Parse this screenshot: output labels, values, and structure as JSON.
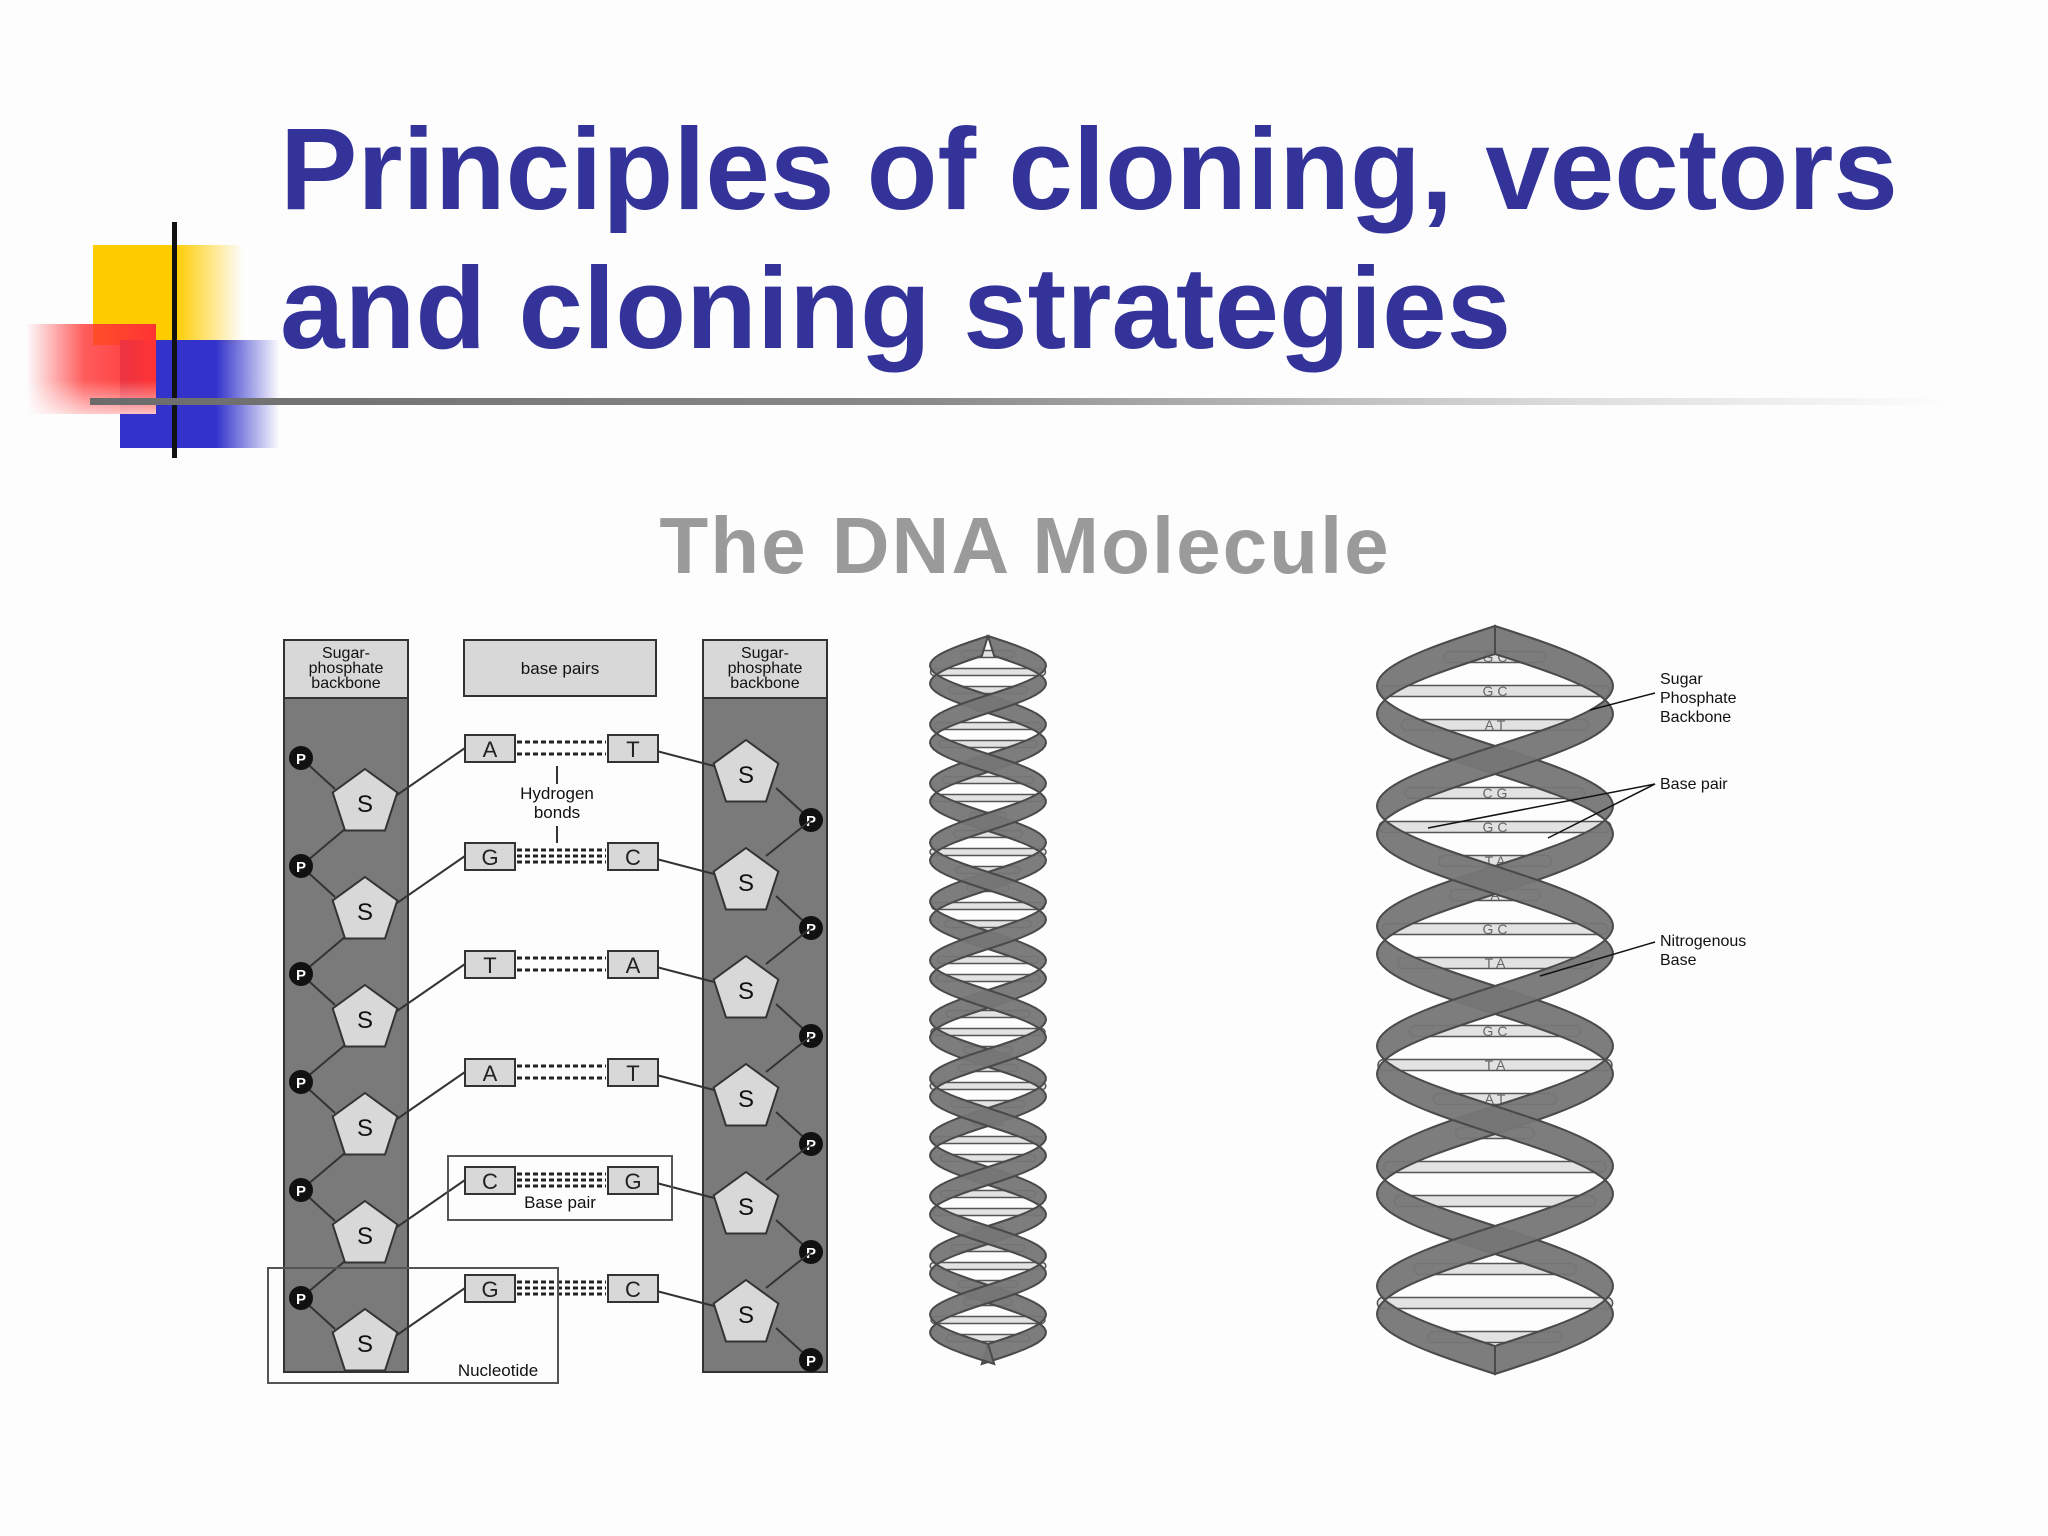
{
  "slide": {
    "title_line1": "Principles of cloning, vectors",
    "title_line2": "and cloning strategies",
    "subtitle": "The DNA Molecule",
    "accent_color": "#333399"
  },
  "ladder": {
    "left_header": [
      "Sugar-",
      "phosphate",
      "backbone"
    ],
    "right_header": [
      "Sugar-",
      "phosphate",
      "backbone"
    ],
    "center_header": "base pairs",
    "sugar_label": "S",
    "phosphate_label": "P",
    "pairs": [
      {
        "left": "A",
        "right": "T"
      },
      {
        "left": "G",
        "right": "C"
      },
      {
        "left": "T",
        "right": "A"
      },
      {
        "left": "A",
        "right": "T"
      },
      {
        "left": "C",
        "right": "G"
      },
      {
        "left": "G",
        "right": "C"
      }
    ],
    "hydrogen_bonds_label": [
      "Hydrogen",
      "bonds"
    ],
    "base_pair_label": "Base pair",
    "nucleotide_label": "Nucleotide"
  },
  "labeled_helix": {
    "rung_labels": [
      "G C",
      "G C",
      "A T",
      "C G",
      "G C",
      "T A",
      "A",
      "G C",
      "T A",
      "A",
      "G C",
      "T A",
      "A T"
    ],
    "sugar_phosphate_label": [
      "Sugar",
      "Phosphate",
      "Backbone"
    ],
    "base_pair_label": "Base pair",
    "nitrogenous_base_label": [
      "Nitrogenous",
      "Base"
    ]
  }
}
